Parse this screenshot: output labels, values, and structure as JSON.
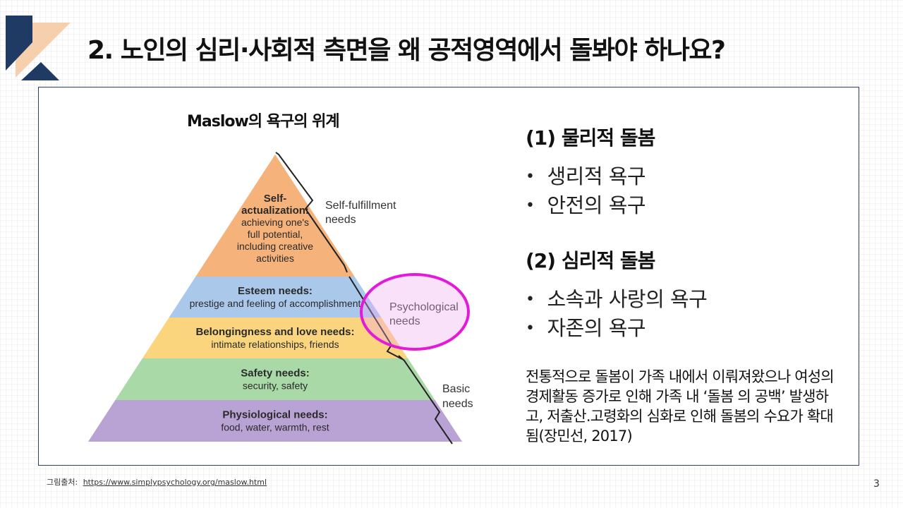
{
  "slide": {
    "title": "2. 노인의 심리·사회적 측면을 왜 공적영역에서 돌봐야 하나요?",
    "page_number": "3",
    "brand_colors": {
      "navy": "#1f3a63",
      "peach": "#f5cfae"
    }
  },
  "diagram": {
    "title": "Maslow의 욕구의 위계",
    "levels": [
      {
        "name": "Self-actualization:",
        "name_lines": [
          "Self-",
          "actualization:"
        ],
        "desc_lines": [
          "achieving one's",
          "full potential,",
          "including creative",
          "activities"
        ],
        "color": "#f5b27a"
      },
      {
        "name": "Esteem needs:",
        "name_lines": [
          "Esteem needs:"
        ],
        "desc_lines": [
          "prestige and feeling of accomplishment"
        ],
        "color": "#a9c8ea"
      },
      {
        "name": "Belongingness and love needs:",
        "name_lines": [
          "Belongingness and love needs:"
        ],
        "desc_lines": [
          "intimate relationships, friends"
        ],
        "color": "#fbd57e"
      },
      {
        "name": "Safety needs:",
        "name_lines": [
          "Safety needs:"
        ],
        "desc_lines": [
          "security, safety"
        ],
        "color": "#a9d9a7"
      },
      {
        "name": "Physiological needs:",
        "name_lines": [
          "Physiological needs:"
        ],
        "desc_lines": [
          "food, water, warmth, rest"
        ],
        "color": "#b9a2d4"
      }
    ],
    "groups": {
      "self_fulfillment": [
        "Self-fulfillment",
        "needs"
      ],
      "psychological": [
        "Psychological",
        "needs"
      ],
      "basic": [
        "Basic",
        "needs"
      ]
    },
    "highlight_color": "#e51ad9"
  },
  "sections": [
    {
      "heading": "(1) 물리적 돌봄",
      "bullets": [
        "생리적 욕구",
        "안전의 욕구"
      ]
    },
    {
      "heading": "(2) 심리적 돌봄",
      "bullets": [
        "소속과 사랑의 욕구",
        "자존의 욕구"
      ]
    }
  ],
  "note": "전통적으로 돌봄이 가족 내에서 이뤄져왔으나 여성의 경제활동 증가로 인해 가족 내 ‘돌봄 의 공백’ 발생하고, 저출산.고령화의 심화로 인해 돌봄의 수요가 확대됨(장민선, 2017)",
  "source": {
    "label": "그림출처:",
    "url": "https://www.simplypsychology.org/maslow.html"
  }
}
